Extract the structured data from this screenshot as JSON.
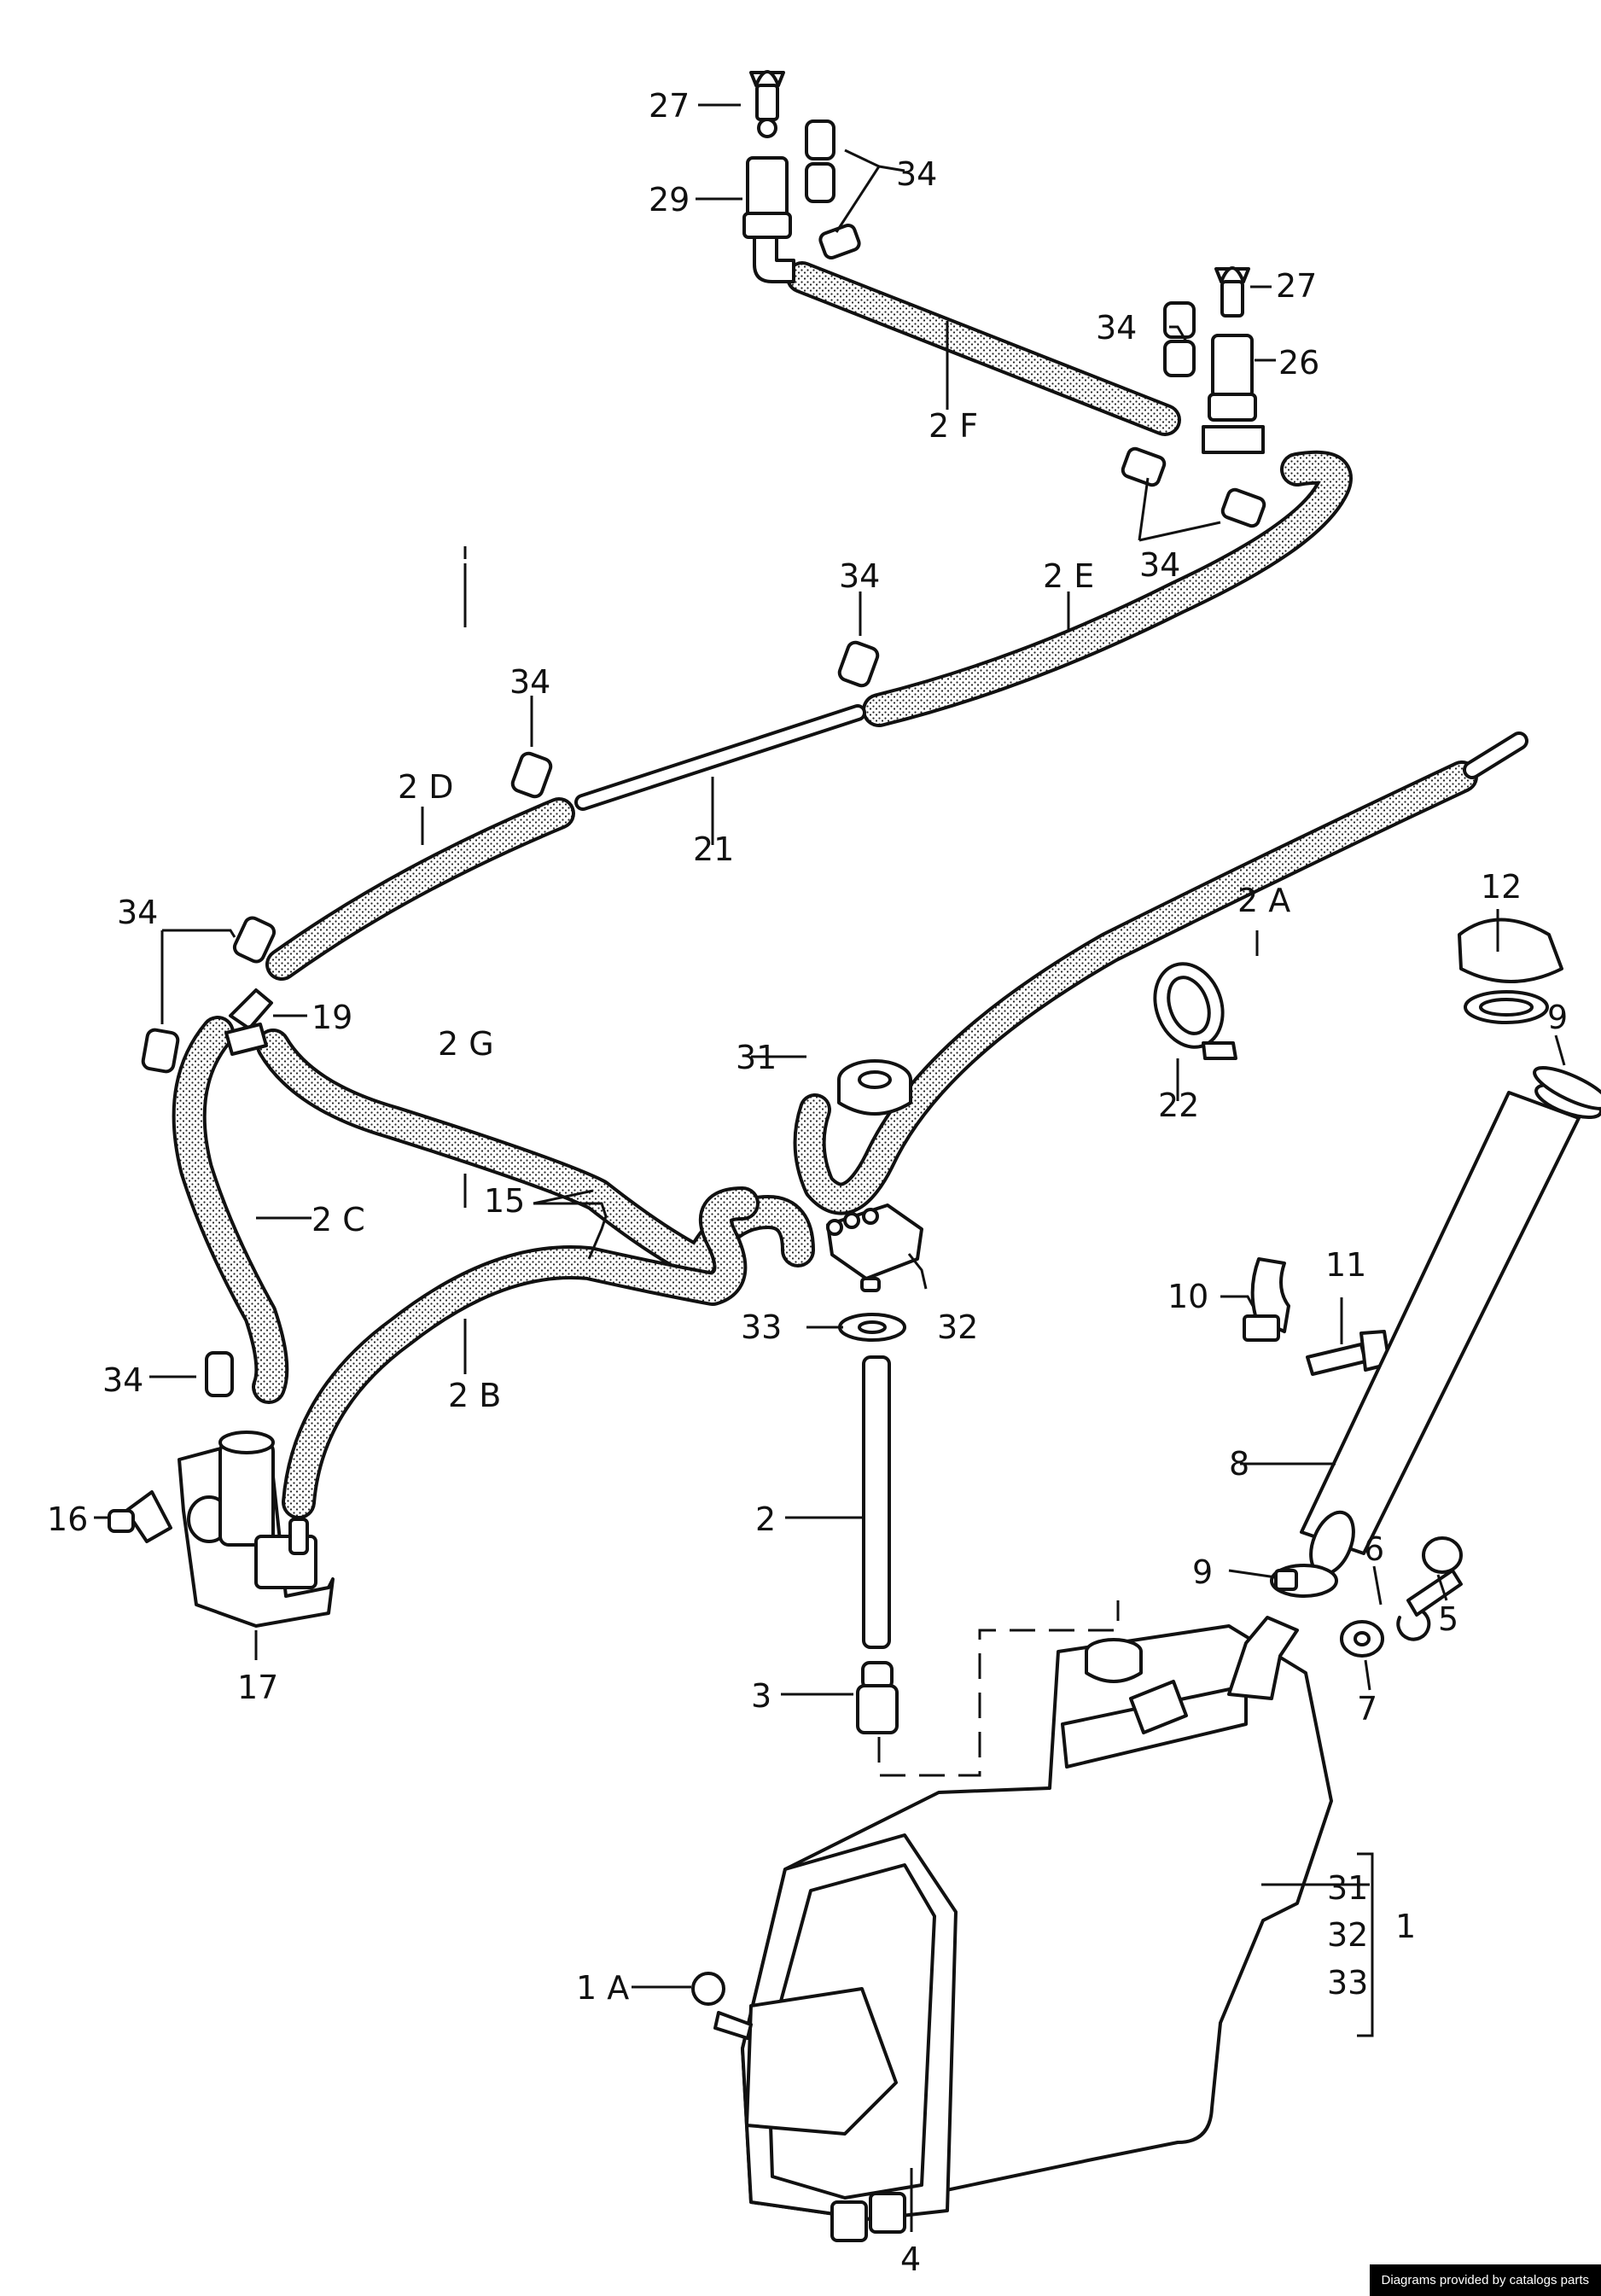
{
  "labels": {
    "l1": "1",
    "l1a": "1 A",
    "l2": "2",
    "l2a": "2 A",
    "l2b": "2 B",
    "l2c": "2 C",
    "l2d": "2 D",
    "l2e": "2 E",
    "l2f": "2 F",
    "l2g": "2 G",
    "l3": "3",
    "l4": "4",
    "l5": "5",
    "l6": "6",
    "l7": "7",
    "l8": "8",
    "l9a": "9",
    "l9b": "9",
    "l10": "10",
    "l11": "11",
    "l12": "12",
    "l15": "15",
    "l16": "16",
    "l17": "17",
    "l19": "19",
    "l21": "21",
    "l22": "22",
    "l26": "26",
    "l27a": "27",
    "l27b": "27",
    "l29": "29",
    "l31a": "31",
    "l32a": "32",
    "l33a": "33",
    "l34a": "34",
    "l34b": "34",
    "l34c": "34",
    "l34d": "34",
    "l34e": "34",
    "l34f": "34",
    "l34g": "34",
    "kit31": "31",
    "kit32": "32",
    "kit33": "33"
  },
  "footer": {
    "credit": "Diagrams provided by catalogs parts"
  },
  "colors": {
    "line": "#111111",
    "hose_fill": "#8a8a8a",
    "background": "#ffffff"
  }
}
